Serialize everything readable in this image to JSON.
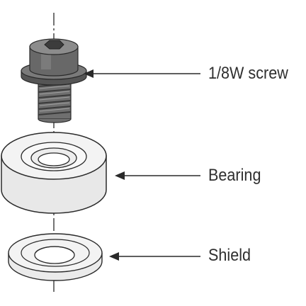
{
  "labels": {
    "screw": "1/8W screw",
    "bearing": "Bearing",
    "shield": "Shield"
  },
  "colors": {
    "line": "#2a2a2a",
    "screw_fill": "#6a6a6a",
    "screw_dark": "#3f3f3f",
    "screw_light": "#9a9a9a",
    "bearing_fill": "#f1f1f1",
    "bearing_side": "#e6e6e6",
    "washer_fill": "#f3f3f3"
  }
}
